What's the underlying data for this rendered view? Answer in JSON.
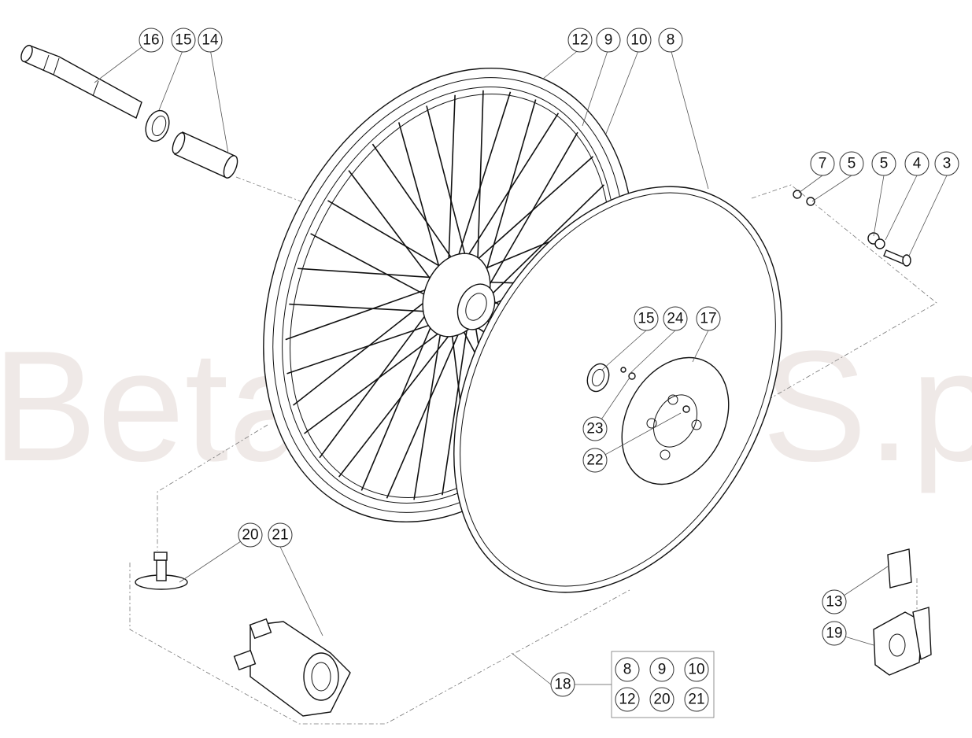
{
  "watermark": "Betamotor S.p.A",
  "callouts": {
    "c16": "16",
    "c15a": "15",
    "c14": "14",
    "c12": "12",
    "c9": "9",
    "c10": "10",
    "c8": "8",
    "c7": "7",
    "c5a": "5",
    "c5b": "5",
    "c4": "4",
    "c3": "3",
    "c15b": "15",
    "c24": "24",
    "c17": "17",
    "c23": "23",
    "c22": "22",
    "c20": "20",
    "c21": "21",
    "c13": "13",
    "c19": "19",
    "c18": "18"
  },
  "kit_box": {
    "items": [
      "8",
      "9",
      "10",
      "12",
      "20",
      "21"
    ]
  }
}
